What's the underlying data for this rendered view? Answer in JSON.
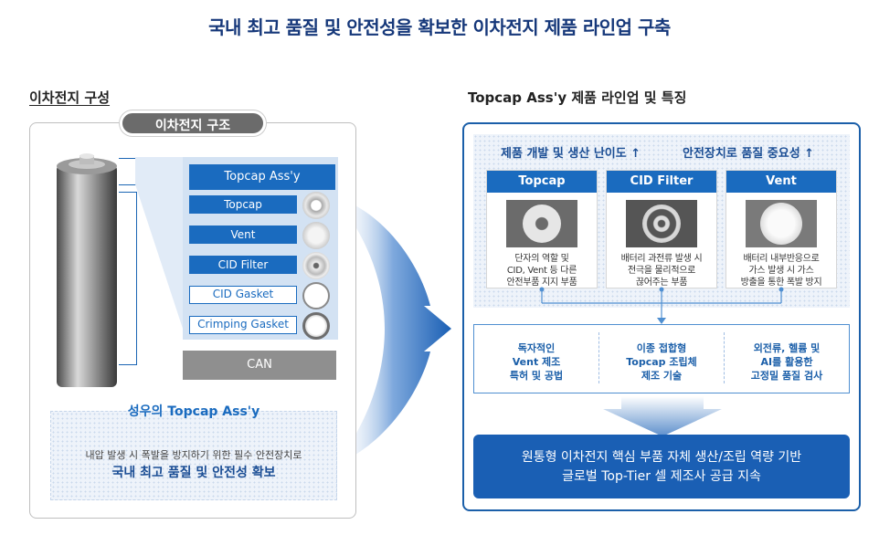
{
  "header": {
    "title": "국내 최고 품질 및 안전성을 확보한 이차전지 제품 라인업 구축"
  },
  "left": {
    "section_title": "이차전지 구성",
    "structure_label": "이차전지 구조",
    "components": [
      "Topcap Ass'y",
      "Topcap",
      "Vent",
      "CID Filter",
      "CID Gasket",
      "Crimping Gasket"
    ],
    "can_label": "CAN",
    "info_title": "성우의 Topcap Ass'y",
    "info_line1": "내압 발생 시 폭발을 방지하기 위한 필수 안전장치로",
    "info_line2": "국내 최고 품질 및 안전성 확보"
  },
  "right": {
    "section_title": "Topcap Ass'y 제품 라인업 및 특징",
    "difficulty_label": "제품 개발 및 생산 난이도 ↑",
    "importance_label": "안전장치로 품질 중요성 ↑",
    "products": [
      {
        "name": "Topcap",
        "desc": [
          "단자의 역할 및",
          "CID, Vent 등 다른",
          "안전부품 지지 부품"
        ]
      },
      {
        "name": "CID Filter",
        "desc": [
          "배터리 과전류 발생 시",
          "전극을 물리적으로",
          "끊어주는 부품"
        ]
      },
      {
        "name": "Vent",
        "desc": [
          "배터리 내부반응으로",
          "가스 발생 시 가스",
          "방출을 통한 폭발 방지"
        ]
      }
    ],
    "features": [
      [
        "독자적인",
        "Vent 제조",
        "특허 및 공법"
      ],
      [
        "이종 접합형",
        "Topcap 조립체",
        "제조 기술"
      ],
      [
        "외전류, 헬륨 및",
        "AI를 활용한",
        "고정밀 품질 검사"
      ]
    ],
    "final_line1": "원통형 이차전지 핵심 부품 자체 생산/조립 역량 기반",
    "final_line2": "글로벌 Top-Tier 셀 제조사 공급 지속"
  },
  "colors": {
    "primary": "#1a6bbf",
    "title": "#16387a",
    "can": "#8f8f8f"
  }
}
